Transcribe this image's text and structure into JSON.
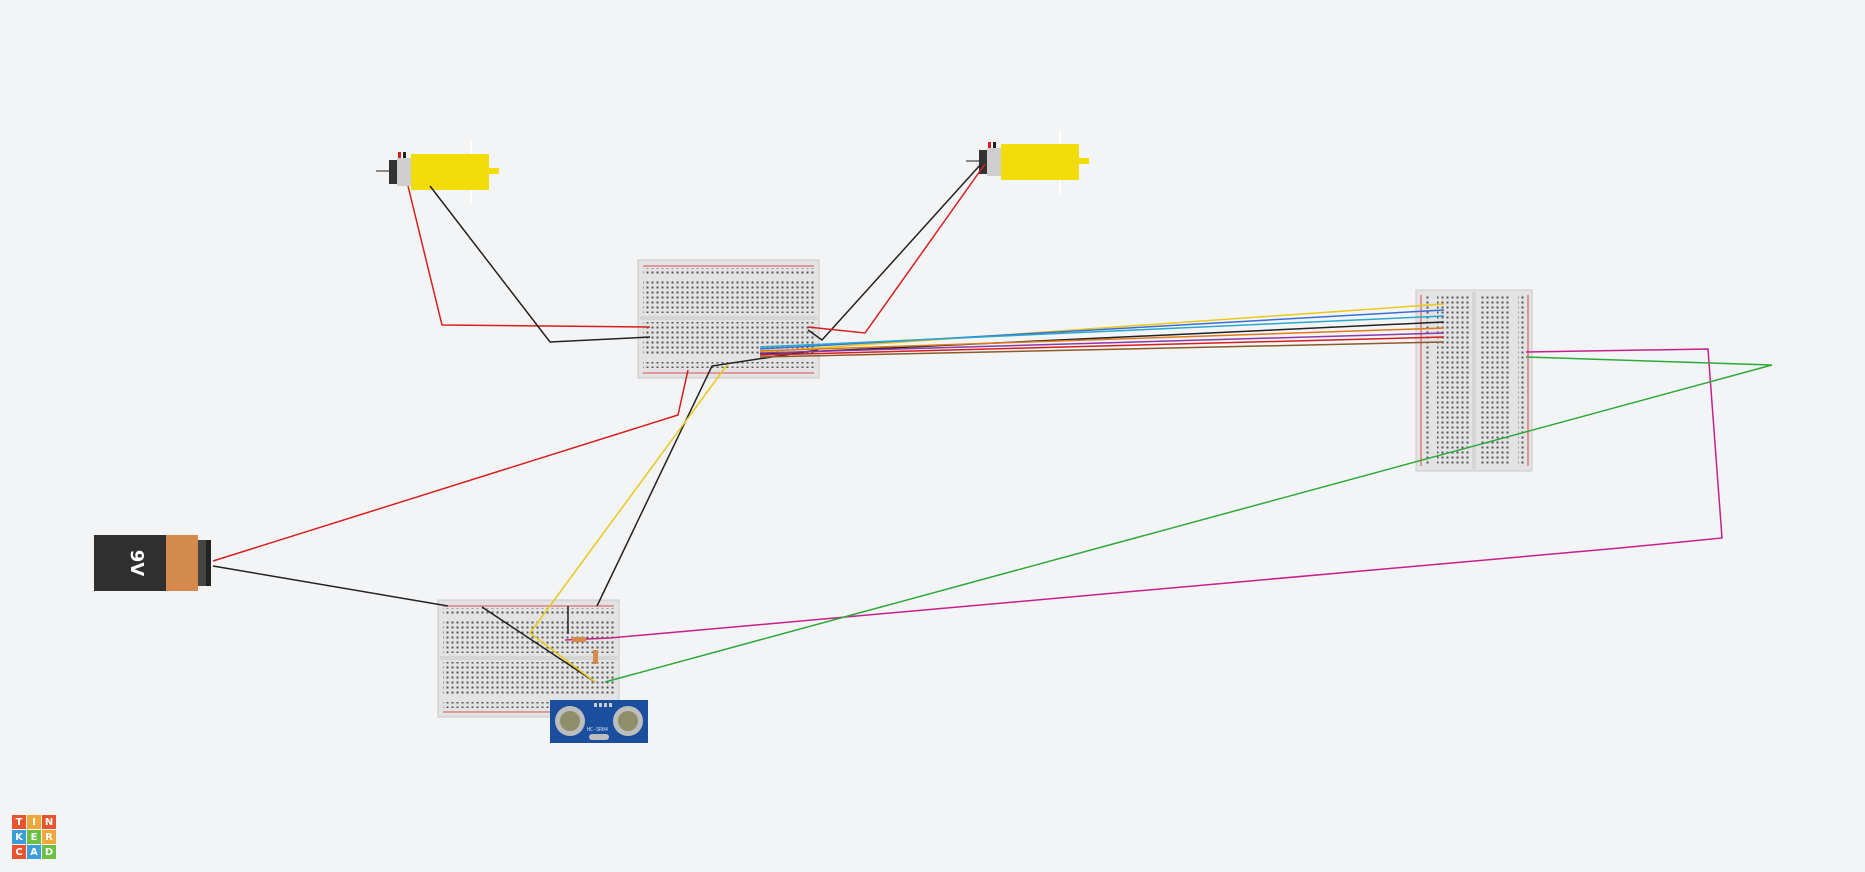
{
  "battery": {
    "label": "9V"
  },
  "sensor": {
    "label": "HC-SR04"
  },
  "logo": {
    "letters": [
      "T",
      "I",
      "N",
      "K",
      "E",
      "R",
      "C",
      "A",
      "D"
    ],
    "colors": [
      "#e8542e",
      "#f0a73a",
      "#e8542e",
      "#3a9fd8",
      "#6cbf43",
      "#f0a73a",
      "#e8542e",
      "#3a9fd8",
      "#6cbf43"
    ]
  },
  "wire_colors": {
    "red": "#d61f1f",
    "black": "#222222",
    "yellow": "#e9c91b",
    "green": "#2fa83a",
    "magenta": "#c8208a",
    "cyan": "#2aa8cc",
    "blue": "#3a6fd8",
    "orange": "#e07a1a",
    "purple": "#8a3aa8",
    "brown": "#8a5a2a"
  },
  "motor_color": "#f2dc0a",
  "background": "#f3f4f6"
}
